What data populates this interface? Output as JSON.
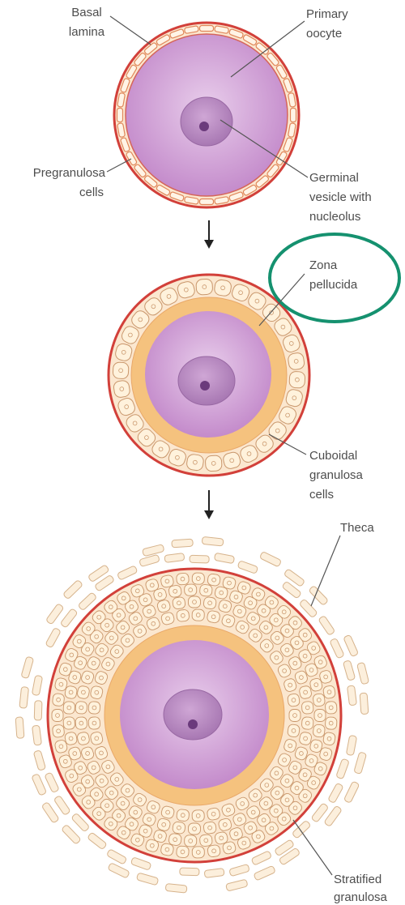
{
  "labels": {
    "basal_lamina": [
      "Basal",
      "lamina"
    ],
    "primary_oocyte": [
      "Primary",
      "oocyte"
    ],
    "pregranulosa_cells": [
      "Pregranulosa",
      "cells"
    ],
    "germinal_vesicle": [
      "Germinal",
      "vesicle with",
      "nucleolus"
    ],
    "zona_pellucida": [
      "Zona",
      "pellucida"
    ],
    "cuboidal_granulosa": [
      "Cuboidal",
      "granulosa",
      "cells"
    ],
    "theca": [
      "Theca"
    ],
    "stratified_granulosa": [
      "Stratified",
      "granulosa"
    ]
  },
  "colors": {
    "basal_lamina": "#d2403a",
    "oocyte_center": "#e8cdeb",
    "oocyte_edge": "#c48bcb",
    "nucleus_center": "#cfa6d5",
    "nucleus_edge": "#a878b3",
    "nucleolus": "#6b3a7c",
    "zona_pellucida": "#f5c27e",
    "highlight": "#15916f"
  }
}
